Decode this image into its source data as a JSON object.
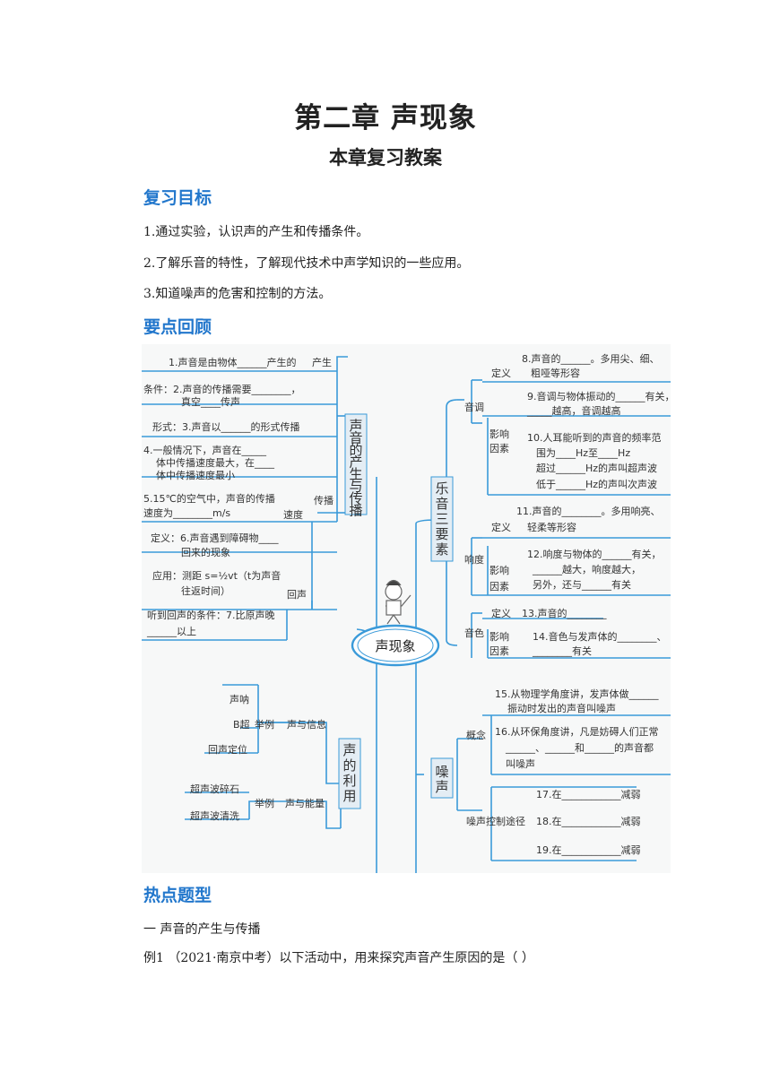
{
  "header": {
    "title": "第二章 声现象",
    "subtitle": "本章复习教案"
  },
  "goals": {
    "heading": "复习目标",
    "items": [
      "1.通过实验，认识声的产生和传播条件。",
      "2.了解乐音的特性，了解现代技术中声学知识的一些应用。",
      "3.知道噪声的危害和控制的方法。"
    ]
  },
  "review": {
    "heading": "要点回顾"
  },
  "mindmap": {
    "center": "声现象",
    "branches": {
      "produce": "声音的产生与传播",
      "music": "乐音三要素",
      "use": "声的利用",
      "noise": "噪声"
    },
    "labels": {
      "chansheng": "产生",
      "chuanbo": "传播",
      "sudu": "速度",
      "huisheng": "回声",
      "yindiao": "音调",
      "xiangdu": "响度",
      "yinse": "音色",
      "dingyi": "定义",
      "yingxiang_yinsu": "影响因素",
      "gainian": "概念",
      "kongzhi": "噪声控制途径",
      "shengyu_xinxi": "声与信息",
      "shengyu_nengliang": "声与能量",
      "juli": "举例",
      "shengna": "声呐",
      "bchao": "B超",
      "huisheng_dingwei": "回声定位",
      "suishi": "超声波碎石",
      "qingxi": "超声波清洗"
    },
    "items": {
      "i1": "1.声音是由物体______产生的",
      "i2a": "条件：2.声音的传播需要________，",
      "i2b": "真空____传声",
      "i3": "形式：3.声音以______的形式传播",
      "i4a": "4.一般情况下，声音在_____",
      "i4b": "体中传播速度最大，在____",
      "i4c": "体中传播速度最小",
      "i5a": "5.15℃的空气中，声音的传播",
      "i5b": "速度为________m/s",
      "i6a": "定义：6.声音遇到障碍物____",
      "i6b": "回来的现象",
      "app_a": "应用：测距 s=½vt（t为声音",
      "app_b": "往返时间）",
      "i7a": "听到回声的条件：7.比原声晚",
      "i7b": "______以上",
      "i8a": "8.声音的______。多用尖、细、",
      "i8b": "粗哑等形容",
      "i9a": "9.音调与物体振动的______有关，",
      "i9b": "_____越高，音调越高",
      "i10a": "10.人耳能听到的声音的频率范",
      "i10b": "围为____Hz至____Hz",
      "i10c": "超过______Hz的声叫超声波",
      "i10d": "低于______Hz的声叫次声波",
      "i11a": "11.声音的________。多用响亮、",
      "i11b": "轻柔等形容",
      "i12a": "12.响度与物体的______有关，",
      "i12b": "______越大，响度越大，",
      "i12c": "另外，还与______有关",
      "i13": "13.声音的________",
      "i14a": "14.音色与发声体的________、",
      "i14b": "________有关",
      "i15a": "15.从物理学角度讲，发声体做______",
      "i15b": "振动时发出的声音叫噪声",
      "i16a": "16.从环保角度讲，凡是妨碍人们正常",
      "i16b": "______、______和______的声音都",
      "i16c": "叫噪声",
      "i17": "17.在____________减弱",
      "i18": "18.在____________减弱",
      "i19": "19.在____________减弱"
    }
  },
  "hot": {
    "heading": "热点题型",
    "topic": "一  声音的产生与传播",
    "example": "例1  （2021·南京中考）以下活动中，用来探究声音产生原因的是（    ）"
  },
  "colors": {
    "accent": "#2277cc",
    "map_line": "#3a9ad9",
    "map_bg": "#f7f8f8"
  }
}
